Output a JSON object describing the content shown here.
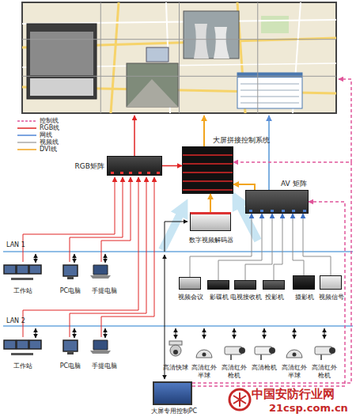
{
  "diagram": {
    "nodes": [
      {
        "text": [
          "大屏拼接控制系统"
        ]
      },
      {
        "text": [
          "RGB矩阵"
        ]
      },
      {
        "text": [
          "AV 矩阵"
        ]
      },
      {
        "text": [
          "数字视频解码器"
        ]
      },
      {
        "text": [
          "视频会议"
        ]
      },
      {
        "text": [
          "影碟机"
        ]
      },
      {
        "text": [
          "电视接收机"
        ]
      },
      {
        "text": [
          "投影机"
        ]
      },
      {
        "text": [
          "摄影机"
        ]
      },
      {
        "text": [
          "视频信号"
        ]
      },
      {
        "text": [
          "大屏专用控制PC"
        ]
      }
    ],
    "edges": [
      {
        "from": 1,
        "to": 0,
        "arrow": "to"
      },
      {
        "from": 3,
        "to": 0,
        "arrow": "to"
      },
      {
        "from": 2,
        "to": 0,
        "arrow": "to"
      },
      {
        "from": 4,
        "to": 2,
        "arrow": "to"
      },
      {
        "from": 5,
        "to": 2,
        "arrow": "to"
      },
      {
        "from": 6,
        "to": 2,
        "arrow": "to"
      },
      {
        "from": 7,
        "to": 2,
        "arrow": "to"
      },
      {
        "from": 8,
        "to": 2,
        "arrow": "to"
      },
      {
        "from": 9,
        "to": 2,
        "arrow": "to"
      },
      {
        "from": 10,
        "to": 0,
        "arrow": "to"
      },
      {
        "from": 10,
        "to": 2,
        "arrow": "to"
      }
    ],
    "labels": [
      "LAN 1",
      "工作站",
      "PC电脑",
      "手提电脑",
      "LAN 2",
      "工作站",
      "PC电脑",
      "手提电脑",
      "高清快球",
      "高清红外 半球",
      "高清红外 枪机",
      "高清枪机",
      "高清红外 半球",
      "高清红外 枪机",
      "中国安防行业网",
      "21csp.com.cn"
    ],
    "legend": [
      {
        "text": "控制线"
      },
      {
        "text": "RGB线"
      },
      {
        "text": "网线"
      },
      {
        "text": "视频线"
      },
      {
        "text": "DVI线"
      }
    ]
  }
}
